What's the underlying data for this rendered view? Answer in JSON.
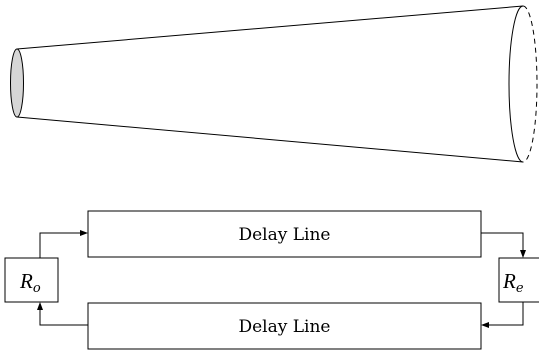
{
  "diagram": {
    "delay_line_top": {
      "label": "Delay Line"
    },
    "delay_line_bottom": {
      "label": "Delay Line"
    },
    "reflector_left": {
      "symbol": "R",
      "subscript": "o"
    },
    "reflector_right": {
      "symbol": "R",
      "subscript": "e"
    },
    "colors": {
      "stroke": "#000000",
      "cone_end_fill": "#d6d6d6",
      "background": "#ffffff"
    }
  }
}
